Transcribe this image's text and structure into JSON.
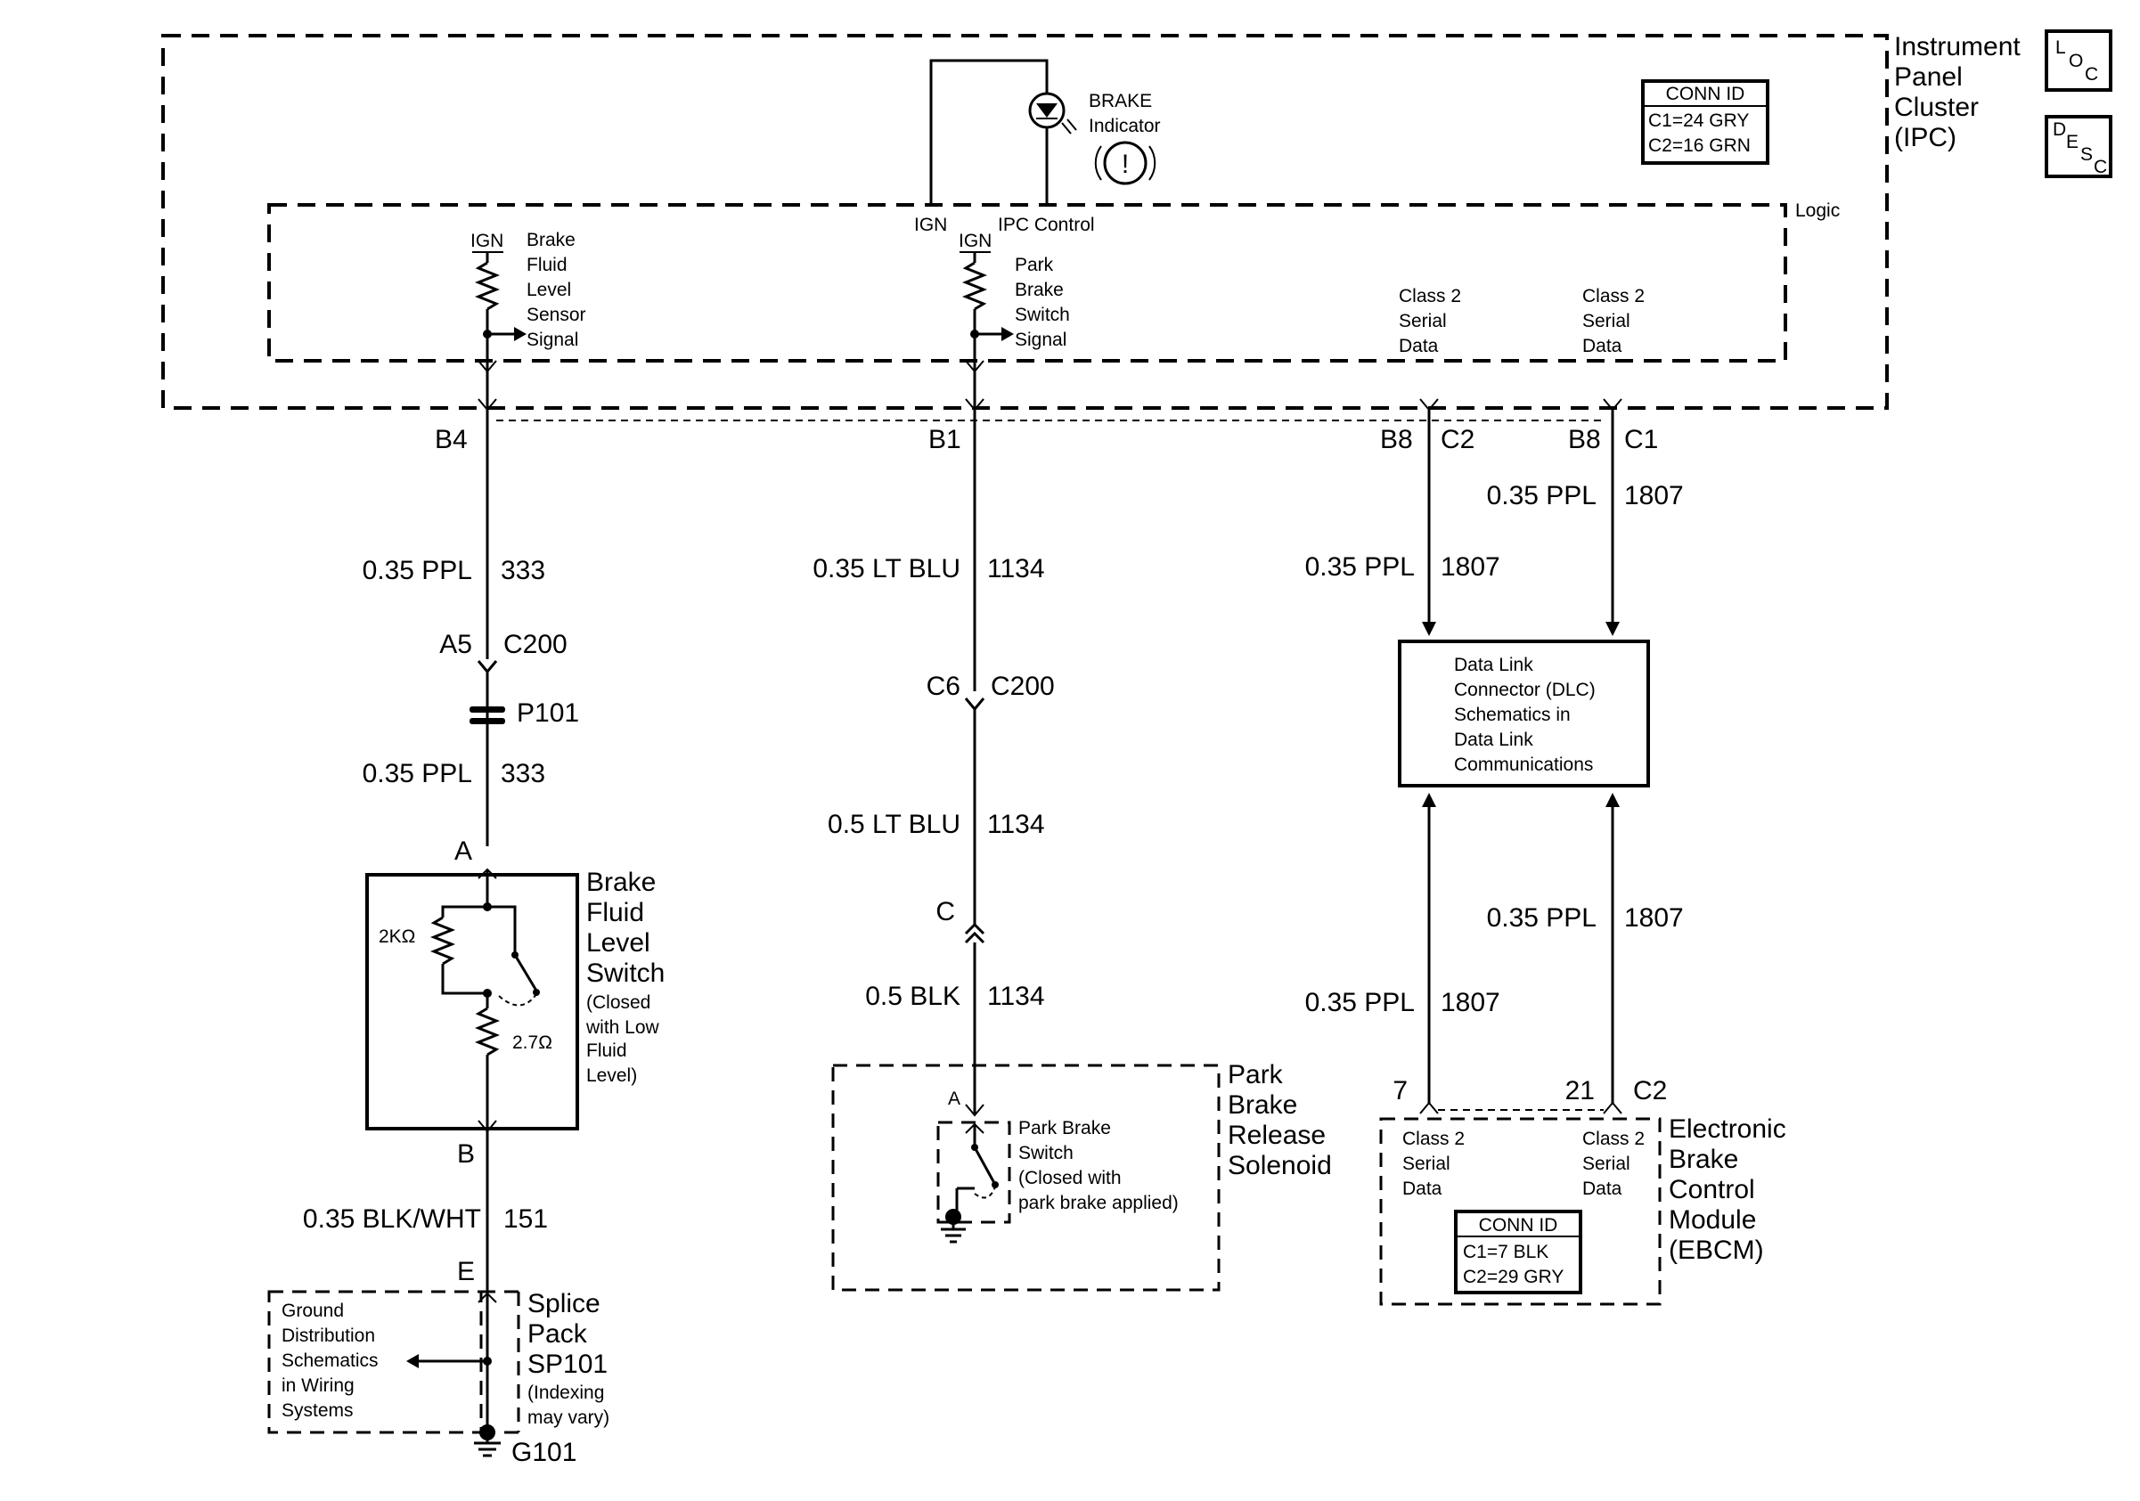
{
  "ipc": {
    "name_lines": [
      "Instrument",
      "Panel",
      "Cluster",
      "(IPC)"
    ],
    "loc_icon": {
      "l": "L",
      "o": "O",
      "c": "C"
    },
    "desc_icon": {
      "d": "D",
      "e": "E",
      "s": "S",
      "c": "C"
    },
    "conn_id": {
      "title": "CONN ID",
      "c1": "C1=24 GRY",
      "c2": "C2=16 GRN"
    },
    "logic_label": "Logic",
    "brake_indicator": {
      "line1": "BRAKE",
      "line2": "Indicator",
      "symbol": "!"
    },
    "ign_left": "IGN",
    "ipc_control": "IPC Control",
    "ign_brake_fluid": "IGN",
    "ign_park": "IGN",
    "brake_fluid_signal": [
      "Brake",
      "Fluid",
      "Level",
      "Sensor",
      "Signal"
    ],
    "park_brake_signal": [
      "Park",
      "Brake",
      "Switch",
      "Signal"
    ],
    "serial_c2": [
      "Class 2",
      "Serial",
      "Data"
    ],
    "serial_c1": [
      "Class 2",
      "Serial",
      "Data"
    ]
  },
  "pins": {
    "b4": "B4",
    "b1": "B1",
    "b8_c2": "B8",
    "c2": "C2",
    "b8_c1": "B8",
    "c1": "C1"
  },
  "wires": {
    "w333_top": {
      "gauge": "0.35 PPL",
      "circuit": "333"
    },
    "w333_mid": {
      "gauge": "0.35 PPL",
      "circuit": "333"
    },
    "w1134_top": {
      "gauge": "0.35 LT BLU",
      "circuit": "1134"
    },
    "w1134_mid": {
      "gauge": "0.5 LT BLU",
      "circuit": "1134"
    },
    "w1134_bot": {
      "gauge": "0.5 BLK",
      "circuit": "1134"
    },
    "w1807_c1_top": {
      "gauge": "0.35 PPL",
      "circuit": "1807"
    },
    "w1807_c2_top": {
      "gauge": "0.35 PPL",
      "circuit": "1807"
    },
    "w1807_c1_bot": {
      "gauge": "0.35 PPL",
      "circuit": "1807"
    },
    "w1807_c2_bot": {
      "gauge": "0.35 PPL",
      "circuit": "1807"
    },
    "w151": {
      "gauge": "0.35 BLK/WHT",
      "circuit": "151"
    }
  },
  "connectors": {
    "a5": "A5",
    "c200_left": "C200",
    "p101": "P101",
    "c6": "C6",
    "c200_mid": "C200",
    "c_mid": "C"
  },
  "brake_fluid_switch": {
    "pin_a": "A",
    "pin_b": "B",
    "r1": "2KΩ",
    "r2": "2.7Ω",
    "name_lines": [
      "Brake",
      "Fluid",
      "Level",
      "Switch"
    ],
    "note_lines": [
      "(Closed",
      "with Low",
      "Fluid",
      "Level)"
    ]
  },
  "splice": {
    "pin_e": "E",
    "ground_lines": [
      "Ground",
      "Distribution",
      "Schematics",
      "in Wiring",
      "Systems"
    ],
    "name_lines": [
      "Splice",
      "Pack",
      "SP101"
    ],
    "note_lines": [
      "(Indexing",
      "may vary)"
    ],
    "ground_id": "G101"
  },
  "park_solenoid": {
    "pin_a": "A",
    "switch_lines": [
      "Park Brake",
      "Switch",
      "(Closed with",
      "park brake applied)"
    ],
    "name_lines": [
      "Park",
      "Brake",
      "Release",
      "Solenoid"
    ]
  },
  "dlc": {
    "lines": [
      "Data Link",
      "Connector (DLC)",
      "Schematics in",
      "Data Link",
      "Communications"
    ]
  },
  "ebcm": {
    "pin_7": "7",
    "pin_21": "21",
    "conn": "C2",
    "serial_left": [
      "Class 2",
      "Serial",
      "Data"
    ],
    "serial_right": [
      "Class 2",
      "Serial",
      "Data"
    ],
    "conn_id": {
      "title": "CONN ID",
      "c1": "C1=7 BLK",
      "c2": "C2=29 GRY"
    },
    "name_lines": [
      "Electronic",
      "Brake",
      "Control",
      "Module",
      "(EBCM)"
    ]
  }
}
